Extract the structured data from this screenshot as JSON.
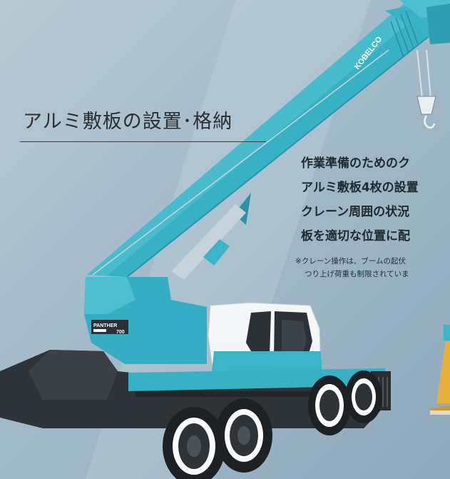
{
  "page": {
    "title": "アルミ敷板の設置･格納",
    "lines": [
      "作業準備のためのク",
      "アルミ敷板4枚の設置",
      "クレーン周囲の状況",
      "板を適切な位置に配"
    ],
    "notes": [
      "※クレーン操作は、ブームの起伏",
      "つり上げ荷重も制限されていま"
    ]
  },
  "crane": {
    "brand": "KOBELCO",
    "model_name": "PANTHER",
    "model_number": "700",
    "icon": "rough-terrain-crane-illustration"
  },
  "colors": {
    "boom": "#3cb4c8",
    "boom_dark": "#2a93a8",
    "body": "#2e3337",
    "cab": "#f4f6f7",
    "hook": "#eef2f4",
    "outrigger": "#e8b03a",
    "text": "#2b2f33"
  }
}
